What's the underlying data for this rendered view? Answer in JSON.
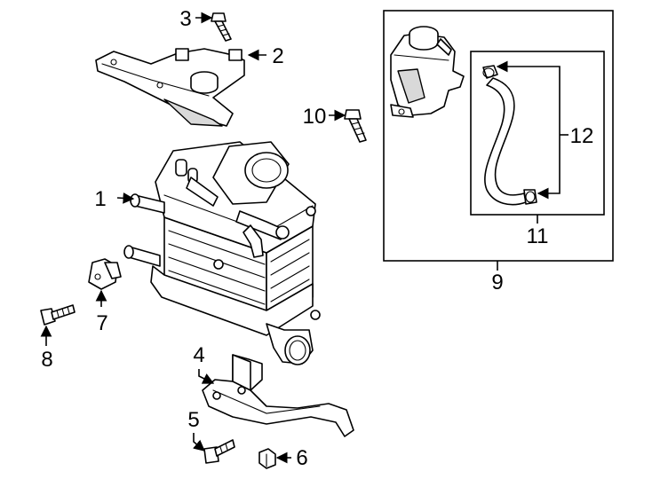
{
  "callouts": [
    {
      "id": "c1",
      "label": "1"
    },
    {
      "id": "c2",
      "label": "2"
    },
    {
      "id": "c3",
      "label": "3"
    },
    {
      "id": "c4",
      "label": "4"
    },
    {
      "id": "c5",
      "label": "5"
    },
    {
      "id": "c6",
      "label": "6"
    },
    {
      "id": "c7",
      "label": "7"
    },
    {
      "id": "c8",
      "label": "8"
    },
    {
      "id": "c9",
      "label": "9"
    },
    {
      "id": "c10",
      "label": "10"
    },
    {
      "id": "c11",
      "label": "11"
    },
    {
      "id": "c12",
      "label": "12"
    }
  ],
  "colors": {
    "line": "#000000",
    "background": "#ffffff",
    "shade": "#d9d9d9"
  }
}
